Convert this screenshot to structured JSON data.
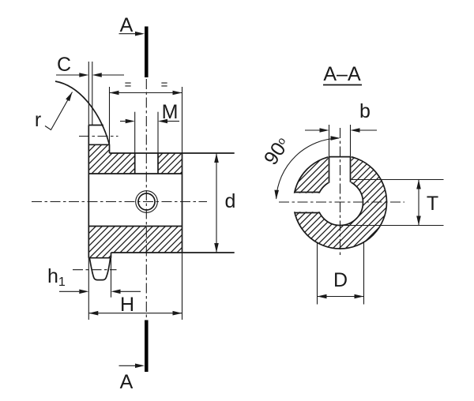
{
  "colors": {
    "ink": "#1a1a1a",
    "background": "#ffffff"
  },
  "side_view": {
    "section_arrow_top": "A",
    "section_arrow_bottom": "A",
    "chamfer": "C",
    "radius": "r",
    "thread": "M",
    "equal_left": "=",
    "equal_right": "=",
    "hub_diameter": "d",
    "tooth_height_base": "h",
    "tooth_height_sub": "1",
    "hub_length": "H"
  },
  "section_view": {
    "title": "A–A",
    "keyway_width": "b",
    "angle_value": "90",
    "angle_unit": "o",
    "bore_height": "T",
    "bore_diameter": "D"
  }
}
